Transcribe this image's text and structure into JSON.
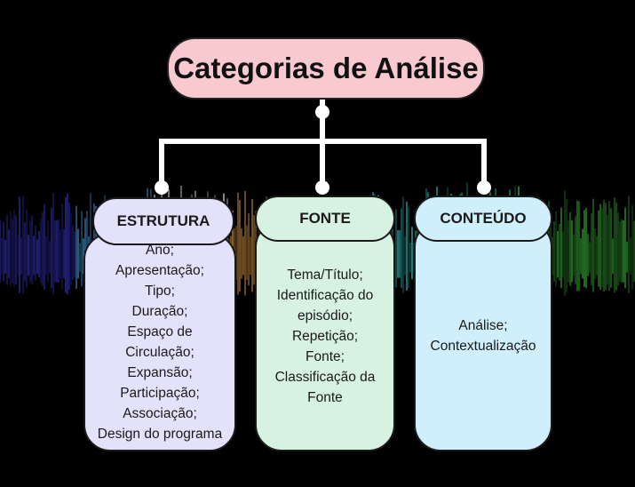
{
  "title": "Categorias de Análise",
  "colors": {
    "title_bg": "#f9c9d0",
    "estrutura_bg": "#e4e2fb",
    "fonte_bg": "#d8f2e1",
    "conteudo_bg": "#cfeffc",
    "background": "#000000"
  },
  "columns": [
    {
      "heading": "ESTRUTURA",
      "items": [
        "Ano;",
        "Apresentação;",
        "Tipo;",
        "Duração;",
        "Espaço de",
        "Circulação;",
        "Expansão;",
        "Participação;",
        "Associação;",
        "Design do programa"
      ]
    },
    {
      "heading": "FONTE",
      "items": [
        "Tema/Título;",
        "Identificação do",
        "episódio;",
        "Repetição;",
        "Fonte;",
        "Classificação da",
        "Fonte"
      ]
    },
    {
      "heading": "CONTEÚDO",
      "items": [
        "Análise;",
        "Contextualização"
      ]
    }
  ]
}
